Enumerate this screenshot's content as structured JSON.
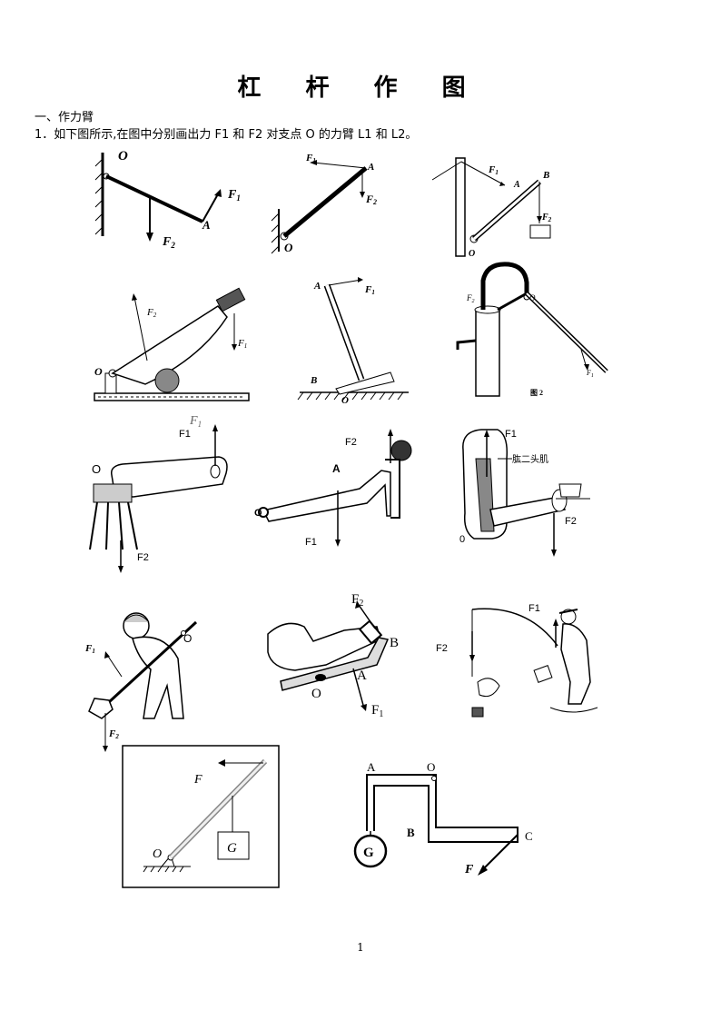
{
  "title": "杠 杆 作 图",
  "section": "一、作力臂",
  "question": "1．如下图所示,在图中分别画出力 F1 和 F2 对支点 O 的力臂 L1 和 L2。",
  "page_number": "1",
  "figures": {
    "f1": {
      "O": "O",
      "F1": "F",
      "F1sub": "1",
      "F2": "F",
      "F2sub": "2",
      "A": "A"
    },
    "f2": {
      "F1": "F",
      "F1sub": "1",
      "A": "A",
      "F2": "F",
      "F2sub": "2",
      "O": "O"
    },
    "f3": {
      "F1": "F",
      "F1sub": "1",
      "A": "A",
      "B": "B",
      "F2": "F",
      "F2sub": "2",
      "O": "O"
    },
    "f4": {
      "F2": "F",
      "F2sub": "2",
      "F1": "F",
      "F1sub": "1",
      "O": "O"
    },
    "f5": {
      "A": "A",
      "F1": "F",
      "F1sub": "1",
      "B": "B",
      "O": "O"
    },
    "f6": {
      "F2": "F",
      "F2sub": "2",
      "O": "O",
      "F1": "F",
      "F1sub": "1",
      "caption": "图 2"
    },
    "f7": {
      "F1": "F1",
      "F1b": "F",
      "F1bsub": "1",
      "O": "O",
      "F2": "F2"
    },
    "f8": {
      "F2": "F2",
      "A": "A",
      "O": "O",
      "F1": "F1"
    },
    "f9": {
      "F1": "F1",
      "muscle": "肱二头肌",
      "F2": "F2",
      "O": "0"
    },
    "f10": {
      "F1": "F",
      "F1sub": "1",
      "O": "O",
      "F2": "F",
      "F2sub": "2"
    },
    "f11": {
      "F2": "F",
      "F2sub": "2",
      "B": "B",
      "A": "A",
      "O": "O",
      "F1": "F",
      "F1sub": "1"
    },
    "f12": {
      "F1": "F1",
      "F2": "F2"
    },
    "f13": {
      "F": "F",
      "O": "O",
      "G": "G"
    },
    "f14": {
      "A": "A",
      "O": "O",
      "B": "B",
      "C": "C",
      "G": "G",
      "F": "F"
    }
  }
}
